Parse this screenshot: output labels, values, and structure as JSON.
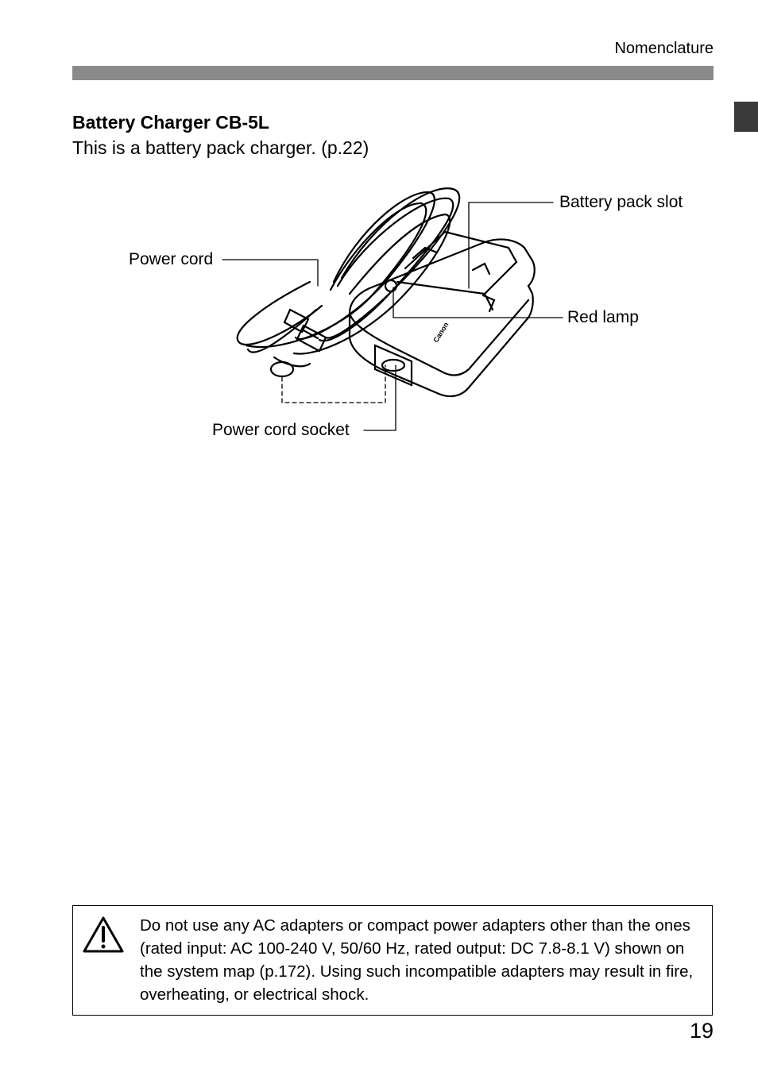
{
  "header": {
    "section_label": "Nomenclature"
  },
  "section": {
    "title": "Battery Charger CB-5L",
    "description": "This is a battery pack charger. (p.22)"
  },
  "figure": {
    "callouts": {
      "battery_pack_slot": "Battery pack slot",
      "power_cord": "Power cord",
      "red_lamp": "Red lamp",
      "power_cord_socket": "Power cord socket"
    },
    "device_brand": "Canon"
  },
  "warning": {
    "icon": "warning-triangle-icon",
    "text": "Do not use any AC adapters or compact power adapters other than the ones (rated input: AC 100-240 V, 50/60 Hz, rated output: DC 7.8-8.1 V) shown on the system map (p.172). Using such incompatible adapters may result in fire, overheating, or electrical shock."
  },
  "footer": {
    "page_number": "19"
  }
}
